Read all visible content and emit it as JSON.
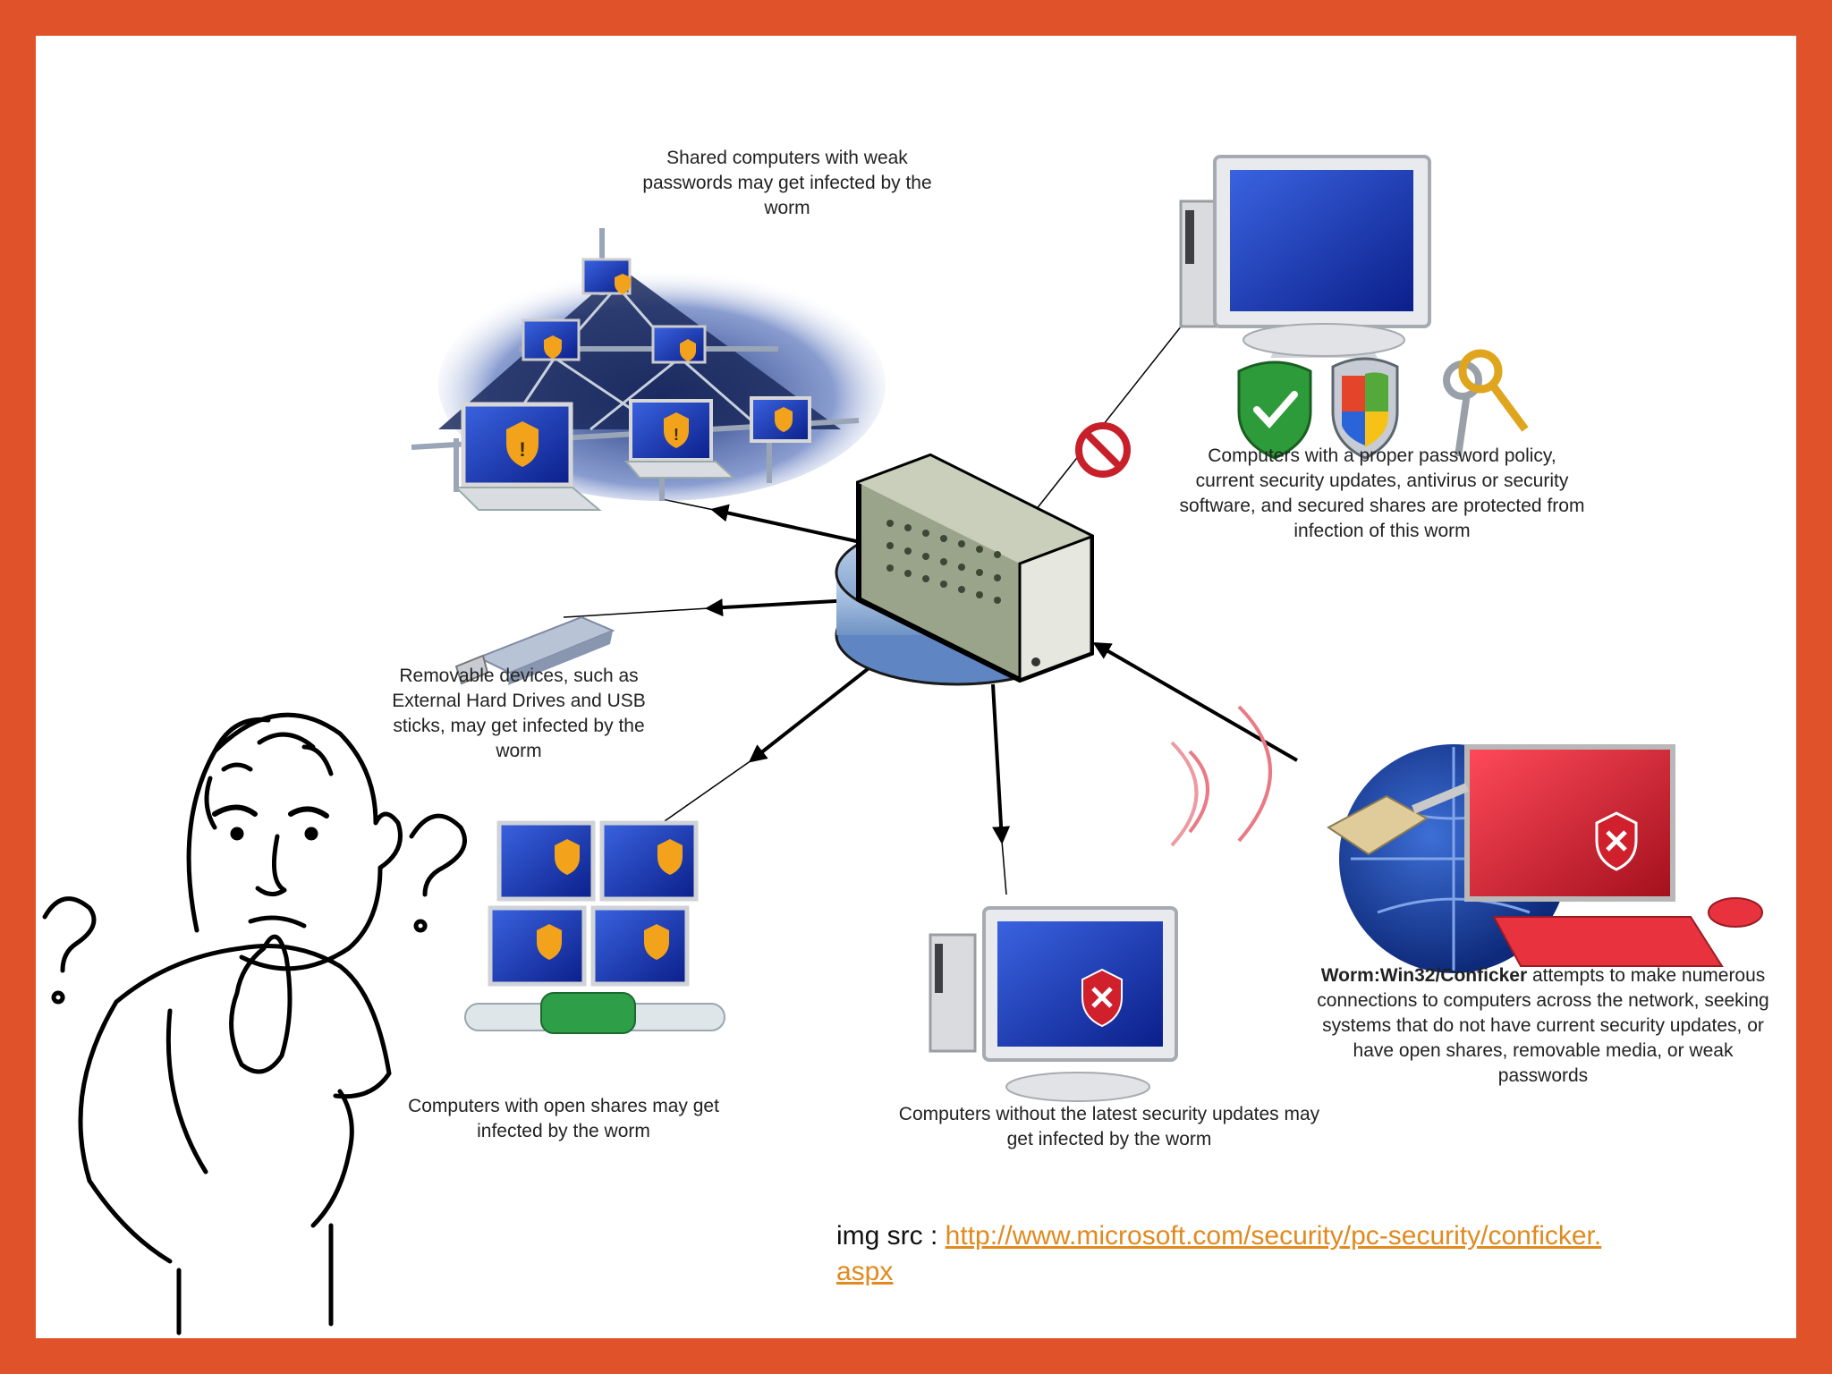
{
  "captions": {
    "shared": "Shared computers with weak passwords may get infected by the worm",
    "protected": "Computers with a proper password policy, current security updates, antivirus or security software, and secured shares are protected from infection of this worm",
    "removable": "Removable devices, such as External Hard Drives and USB sticks, may get infected by the worm",
    "open_shares": "Computers with open shares may get infected by the worm",
    "no_updates": "Computers without the latest security updates may get infected by the worm",
    "worm_name": "Worm:Win32/Conficker",
    "worm_rest": " attempts to make numerous connections to computers across the network, seeking systems that do not have current security updates, or have open shares, removable media, or weak passwords"
  },
  "source": {
    "prefix": "img src : ",
    "link": "http://www.microsoft.com/security/pc-security/conficker.aspx",
    "link_line1": "http://www.microsoft.com/security/pc-security/conficker. ",
    "link_line2": "aspx"
  },
  "colors": {
    "border": "#e0532a",
    "link": "#e08a1f",
    "screen_blue": "#1e3fb8",
    "warning_shield": "#f2a31b",
    "danger_red": "#d0202c",
    "protect_green": "#2e9b3a"
  },
  "icons": [
    "network-hub-icon",
    "shared-computers-network-icon",
    "usb-stick-icon",
    "open-shares-computers-icon",
    "unpatched-computer-icon",
    "infected-computer-icon",
    "protected-computer-icon",
    "green-check-shield-icon",
    "windows-shield-icon",
    "keys-icon",
    "no-entry-icon",
    "thinking-person-icon"
  ]
}
